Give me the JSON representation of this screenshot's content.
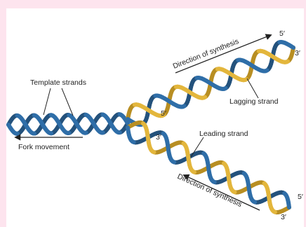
{
  "labels": {
    "template_strands": "Template strands",
    "fork_movement": "Fork movement",
    "direction_synthesis_top": "Direction of synthesis",
    "direction_synthesis_bottom": "Direction of synthesis",
    "lagging_strand": "Lagging strand",
    "leading_strand": "Leading strand",
    "top_5prime_right": "5′",
    "top_3prime_right": "3′",
    "top_5prime_left": "5′",
    "bottom_3prime_left": "3′",
    "bottom_5prime_right": "5′",
    "bottom_3prime_right": "3′"
  },
  "colors": {
    "page_background": "#fde4ee",
    "card_background": "#ffffff",
    "template_strand": "#2f6ea8",
    "template_strand_back": "#24527c",
    "new_strand": "#e3b63c",
    "new_strand_back": "#b88e22",
    "text": "#222222"
  }
}
